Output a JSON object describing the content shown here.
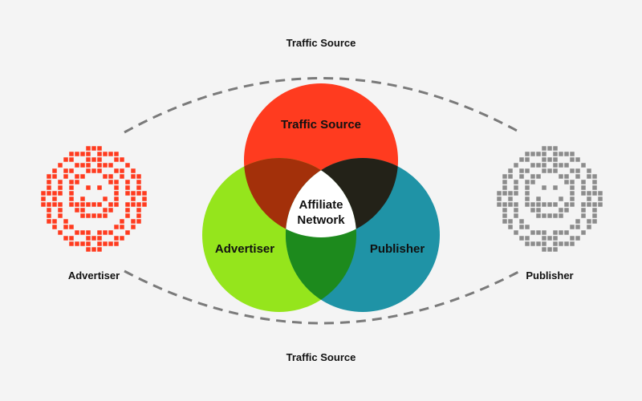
{
  "labels": {
    "top": "Traffic Source",
    "bottom": "Traffic Source",
    "left": "Advertiser",
    "right": "Publisher"
  },
  "venn": {
    "traffic_source": "Traffic Source",
    "advertiser": "Advertiser",
    "publisher": "Publisher",
    "center_line1": "Affiliate",
    "center_line2": "Network"
  },
  "colors": {
    "traffic_source": "#ff3b1f",
    "advertiser": "#95e51c",
    "publisher": "#1f93a6",
    "ts_adv_overlap": "#a3300a",
    "ts_pub_overlap": "#232218",
    "adv_pub_overlap": "#1d8a1d",
    "center": "#ffffff",
    "dashes": "#7a7a7a",
    "advertiser_icon": "#ff3b1f",
    "publisher_icon": "#8c8c8c"
  },
  "icons": {
    "left": "pixel-smiley-icon",
    "right": "pixel-smiley-icon"
  }
}
